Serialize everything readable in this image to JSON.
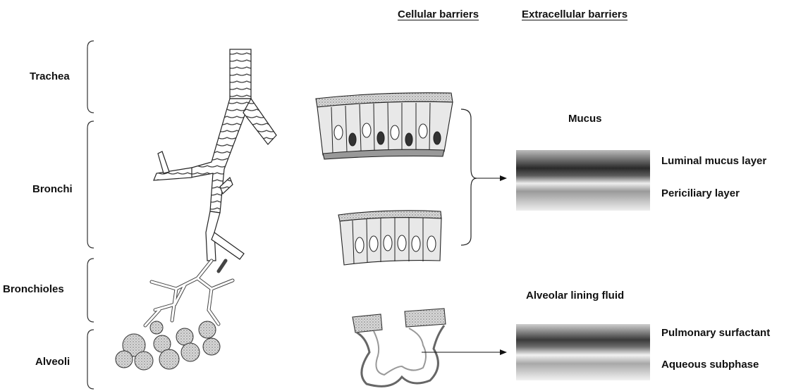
{
  "headers": {
    "cellular": "Cellular barriers",
    "extracellular": "Extracellular barriers"
  },
  "regions": {
    "trachea": "Trachea",
    "bronchi": "Bronchi",
    "bronchioles": "Bronchioles",
    "alveoli": "Alveoli"
  },
  "mucus": {
    "title": "Mucus",
    "layer_top": "Luminal mucus layer",
    "layer_bottom": "Periciliary layer"
  },
  "alveolar": {
    "title": "Alveolar lining fluid",
    "layer_top": "Pulmonary surfactant",
    "layer_bottom": "Aqueous subphase"
  },
  "icons": [
    "airway-tree-illustration",
    "ciliated-epithelium-illustration",
    "alveolus-illustration"
  ]
}
